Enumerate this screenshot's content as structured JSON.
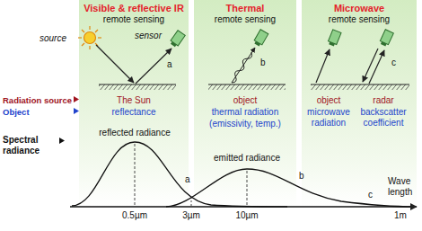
{
  "diagram": {
    "nodes": [
      {
        "text": [
          "Visible & reflective IR",
          "remote sensing"
        ]
      },
      {
        "text": [
          "Thermal",
          "remote sensing"
        ]
      },
      {
        "text": [
          "Microwave",
          "remote sensing"
        ]
      }
    ],
    "labels": [
      "source",
      "sensor",
      "a",
      "b",
      "c",
      "Radiation source",
      "Object",
      "The Sun",
      "reflectance",
      "object",
      "thermal radiation",
      "(emissivity, temp.)",
      "object",
      "radar",
      "microwave radiation",
      "backscatter coefficient",
      "Spectral radiance",
      "reflected radiance",
      "emitted radiance",
      "a",
      "b",
      "c",
      "Wave length",
      "0.5µm",
      "3µm",
      "10µm",
      "1m"
    ]
  }
}
